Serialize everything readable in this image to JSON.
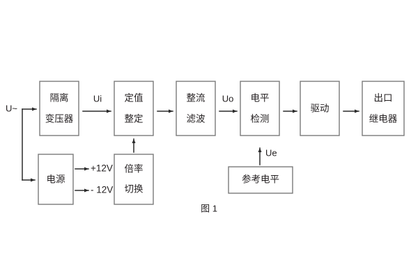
{
  "figure": {
    "caption": "图 1",
    "background_color": "#ffffff",
    "box_border_color": "#7a7a7a",
    "line_color": "#2b2b2b",
    "text_color": "#231f20"
  },
  "blocks": {
    "isolation_transformer": {
      "line1": "隔离",
      "line2": "变压器"
    },
    "setting_value": {
      "line1": "定值",
      "line2": "整定"
    },
    "rectify_filter": {
      "line1": "整流",
      "line2": "滤波"
    },
    "level_detect": {
      "line1": "电平",
      "line2": "检测"
    },
    "drive": {
      "line1": "驱动"
    },
    "output_relay": {
      "line1": "出口",
      "line2": "继电器"
    },
    "power_supply": {
      "line1": "电源"
    },
    "multiplier_switch": {
      "line1": "倍率",
      "line2": "切换"
    },
    "reference_level": {
      "line1": "参考电平"
    }
  },
  "signals": {
    "input": "U~",
    "ui": "Ui",
    "uo": "Uo",
    "ue": "Ue",
    "rail_positive": "+12V",
    "rail_negative": "- 12V"
  }
}
